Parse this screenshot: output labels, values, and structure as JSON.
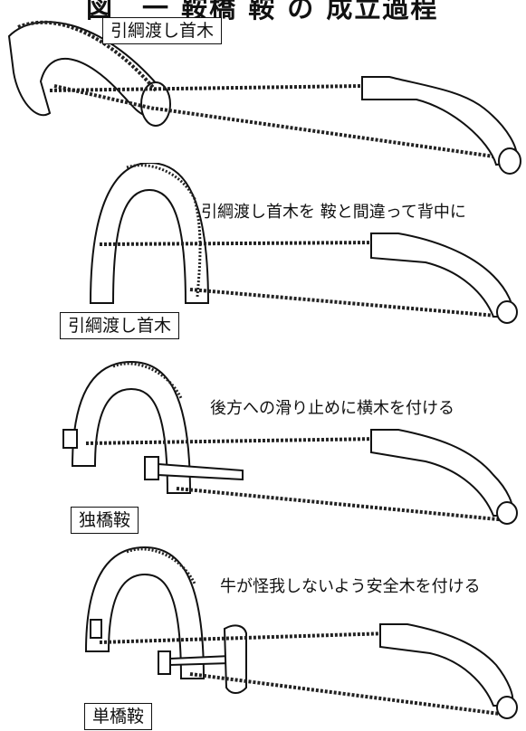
{
  "title": "図　一 鞍橋 鞍 の 成立過程",
  "figures": [
    {
      "label": "引綱渡し首木",
      "caption": ""
    },
    {
      "label": "引綱渡し首木",
      "caption": "引綱渡し首木を  鞍と間違って背中に"
    },
    {
      "label": "独橋鞍",
      "caption": "後方への滑り止めに横木を付ける"
    },
    {
      "label": "単橋鞍",
      "caption": "牛が怪我しないよう安全木を付ける"
    }
  ]
}
